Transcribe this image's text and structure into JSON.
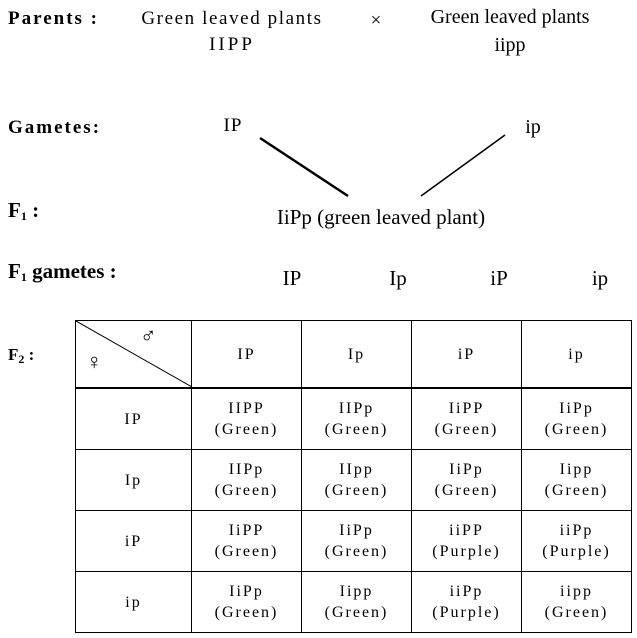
{
  "labels": {
    "parents": "Parents :",
    "gametes": "Gametes:",
    "f1": "F",
    "f1_sub": "1",
    "f1_colon": " :",
    "f1_gametes_main": "F",
    "f1_gametes_sub": "1",
    "f1_gametes_rest": " gametes :",
    "f2": "F",
    "f2_sub": "2",
    "f2_colon": " :"
  },
  "parents": {
    "left_phenotype": "Green leaved plants",
    "left_genotype": "IIPP",
    "cross_symbol": "×",
    "right_phenotype": "Green leaved plants",
    "right_genotype": "iipp"
  },
  "gametes": {
    "left": "IP",
    "right": "ip"
  },
  "f1_result": "IiPp (green leaved plant)",
  "f1_gametes": [
    "IP",
    "Ip",
    "iP",
    "ip"
  ],
  "punnett": {
    "female_symbol": "♀",
    "male_symbol": "♂",
    "columns": [
      "IP",
      "Ip",
      "iP",
      "ip"
    ],
    "rows": [
      {
        "header": "IP",
        "cells": [
          {
            "genotype": "IIPP",
            "phenotype": "(Green)"
          },
          {
            "genotype": "IIPp",
            "phenotype": "(Green)"
          },
          {
            "genotype": "IiPP",
            "phenotype": "(Green)"
          },
          {
            "genotype": "IiPp",
            "phenotype": "(Green)"
          }
        ]
      },
      {
        "header": "Ip",
        "cells": [
          {
            "genotype": "IIPp",
            "phenotype": "(Green)"
          },
          {
            "genotype": "IIpp",
            "phenotype": "(Green)"
          },
          {
            "genotype": "IiPp",
            "phenotype": "(Green)"
          },
          {
            "genotype": "Iipp",
            "phenotype": "(Green)"
          }
        ]
      },
      {
        "header": "iP",
        "cells": [
          {
            "genotype": "IiPP",
            "phenotype": "(Green)"
          },
          {
            "genotype": "IiPp",
            "phenotype": "(Green)"
          },
          {
            "genotype": "iiPP",
            "phenotype": "(Purple)"
          },
          {
            "genotype": "iiPp",
            "phenotype": "(Purple)"
          }
        ]
      },
      {
        "header": "ip",
        "cells": [
          {
            "genotype": "IiPp",
            "phenotype": "(Green)"
          },
          {
            "genotype": "Iipp",
            "phenotype": "(Green)"
          },
          {
            "genotype": "iiPp",
            "phenotype": "(Purple)"
          },
          {
            "genotype": "iipp",
            "phenotype": "(Green)"
          }
        ]
      }
    ]
  }
}
